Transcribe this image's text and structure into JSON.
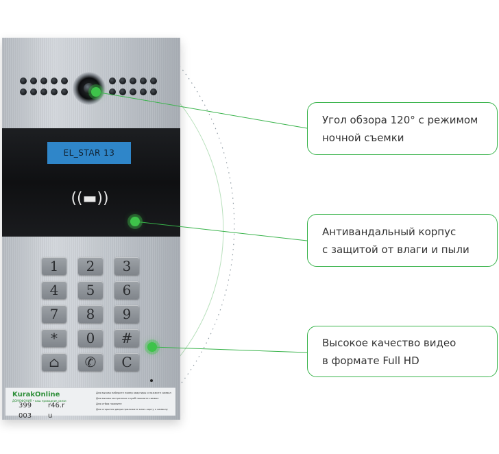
{
  "device": {
    "display_text": "EL_STAR 13",
    "rfid_symbol": "((▬))",
    "keys": [
      "1",
      "2",
      "3",
      "4",
      "5",
      "6",
      "7",
      "8",
      "9",
      "*",
      "0",
      "#",
      "⌂",
      "✆",
      "C"
    ],
    "brand": "KurakOnline",
    "brand_tagline": "ДОМОФОНИЯ • ваш проводник связи",
    "instructions": [
      "Для вызова наберите номер квартиры и нажмите символ",
      "Для вызова экстренных служб нажмите символ",
      "Для отбоя нажмите",
      "Для открытия двери приложите ключ-карту к символу"
    ],
    "catalog_lines": [
      "399",
      "r46.r",
      "003",
      "u"
    ]
  },
  "callouts": [
    {
      "line1": "Угол обзора 120° с режимом",
      "line2": "ночной съемки"
    },
    {
      "line1": "Антивандальный корпус",
      "line2": "с защитой от влаги и пыли"
    },
    {
      "line1": "Высокое качество видео",
      "line2": "в формате Full HD"
    }
  ],
  "colors": {
    "accent": "#38b34a",
    "lcd": "#2f86c9",
    "panel_metal": "#c3c8ce",
    "panel_black": "#0f1012"
  }
}
